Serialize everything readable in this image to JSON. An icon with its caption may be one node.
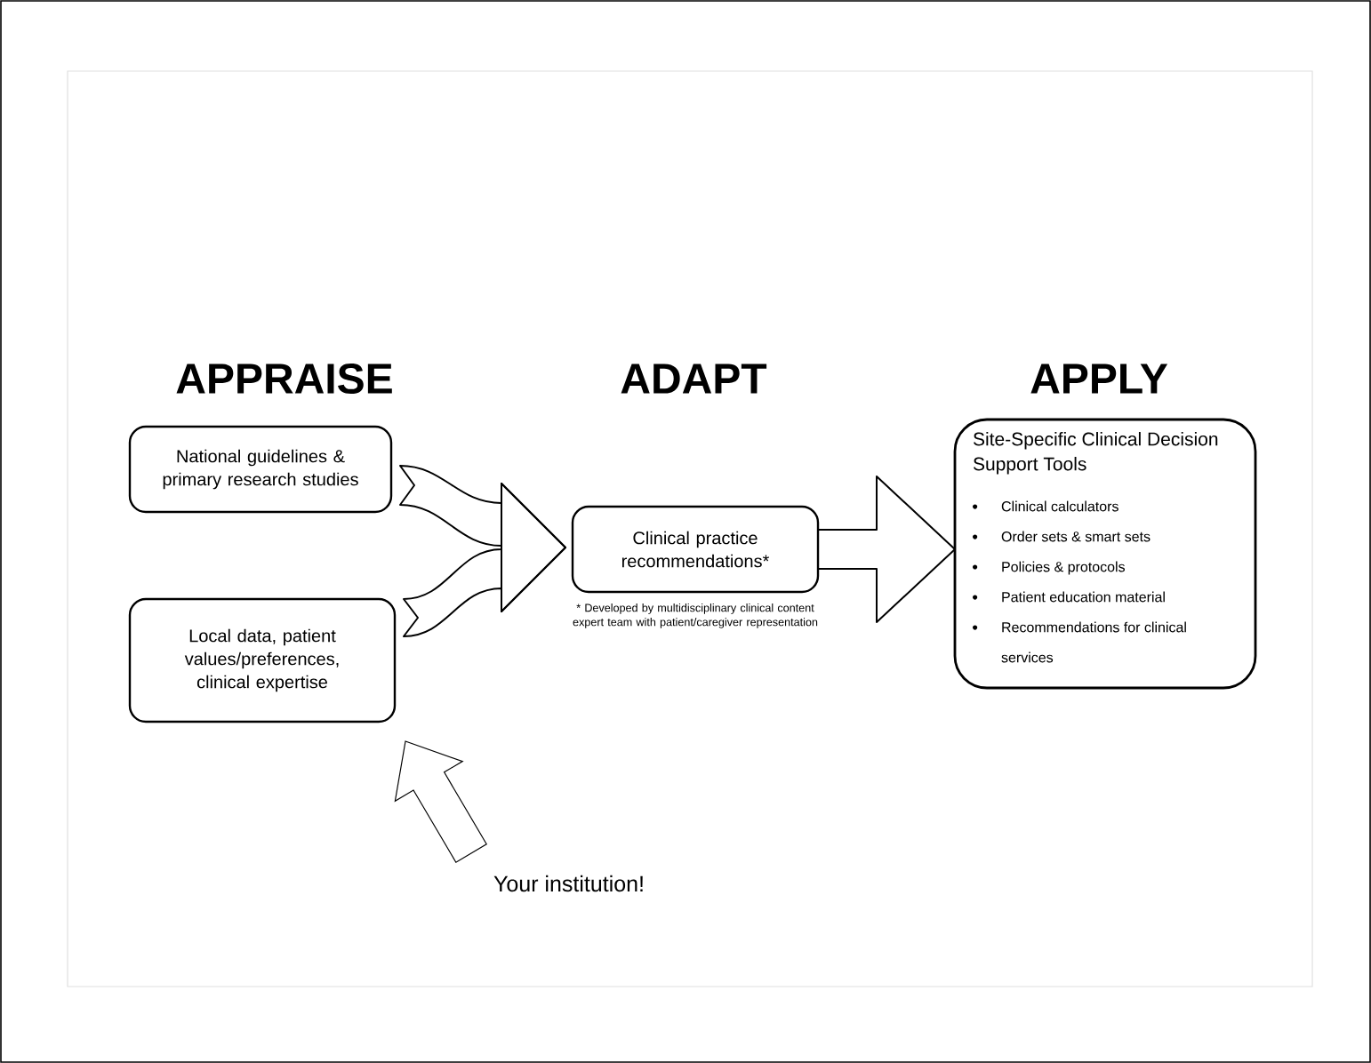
{
  "diagram": {
    "nodes": [
      {
        "text": [
          "National guidelines & primary research studies"
        ]
      },
      {
        "text": [
          "Local data, patient values/preferences, clinical expertise"
        ]
      },
      {
        "text": [
          "Clinical practice recommendations*"
        ],
        "beside": [
          "* Developed by multidisciplinary clinical content expert team with patient/caregiver representation"
        ]
      },
      {
        "text": [
          "Site-Specific Clinical Decision Support Tools",
          "Clinical calculators",
          "Order sets & smart sets",
          "Policies & protocols",
          "Patient education material",
          "Recommendations for clinical services"
        ]
      },
      {
        "text": [
          "Your institution!"
        ]
      }
    ],
    "edges": [
      {
        "from": 0,
        "to": 2,
        "arrow": "to"
      },
      {
        "from": 1,
        "to": 2,
        "arrow": "to"
      },
      {
        "from": 2,
        "to": 3,
        "arrow": "to"
      },
      {
        "from": 4,
        "to": 1,
        "arrow": "to"
      }
    ],
    "labels": [
      "APPRAISE",
      "ADAPT",
      "APPLY"
    ]
  }
}
